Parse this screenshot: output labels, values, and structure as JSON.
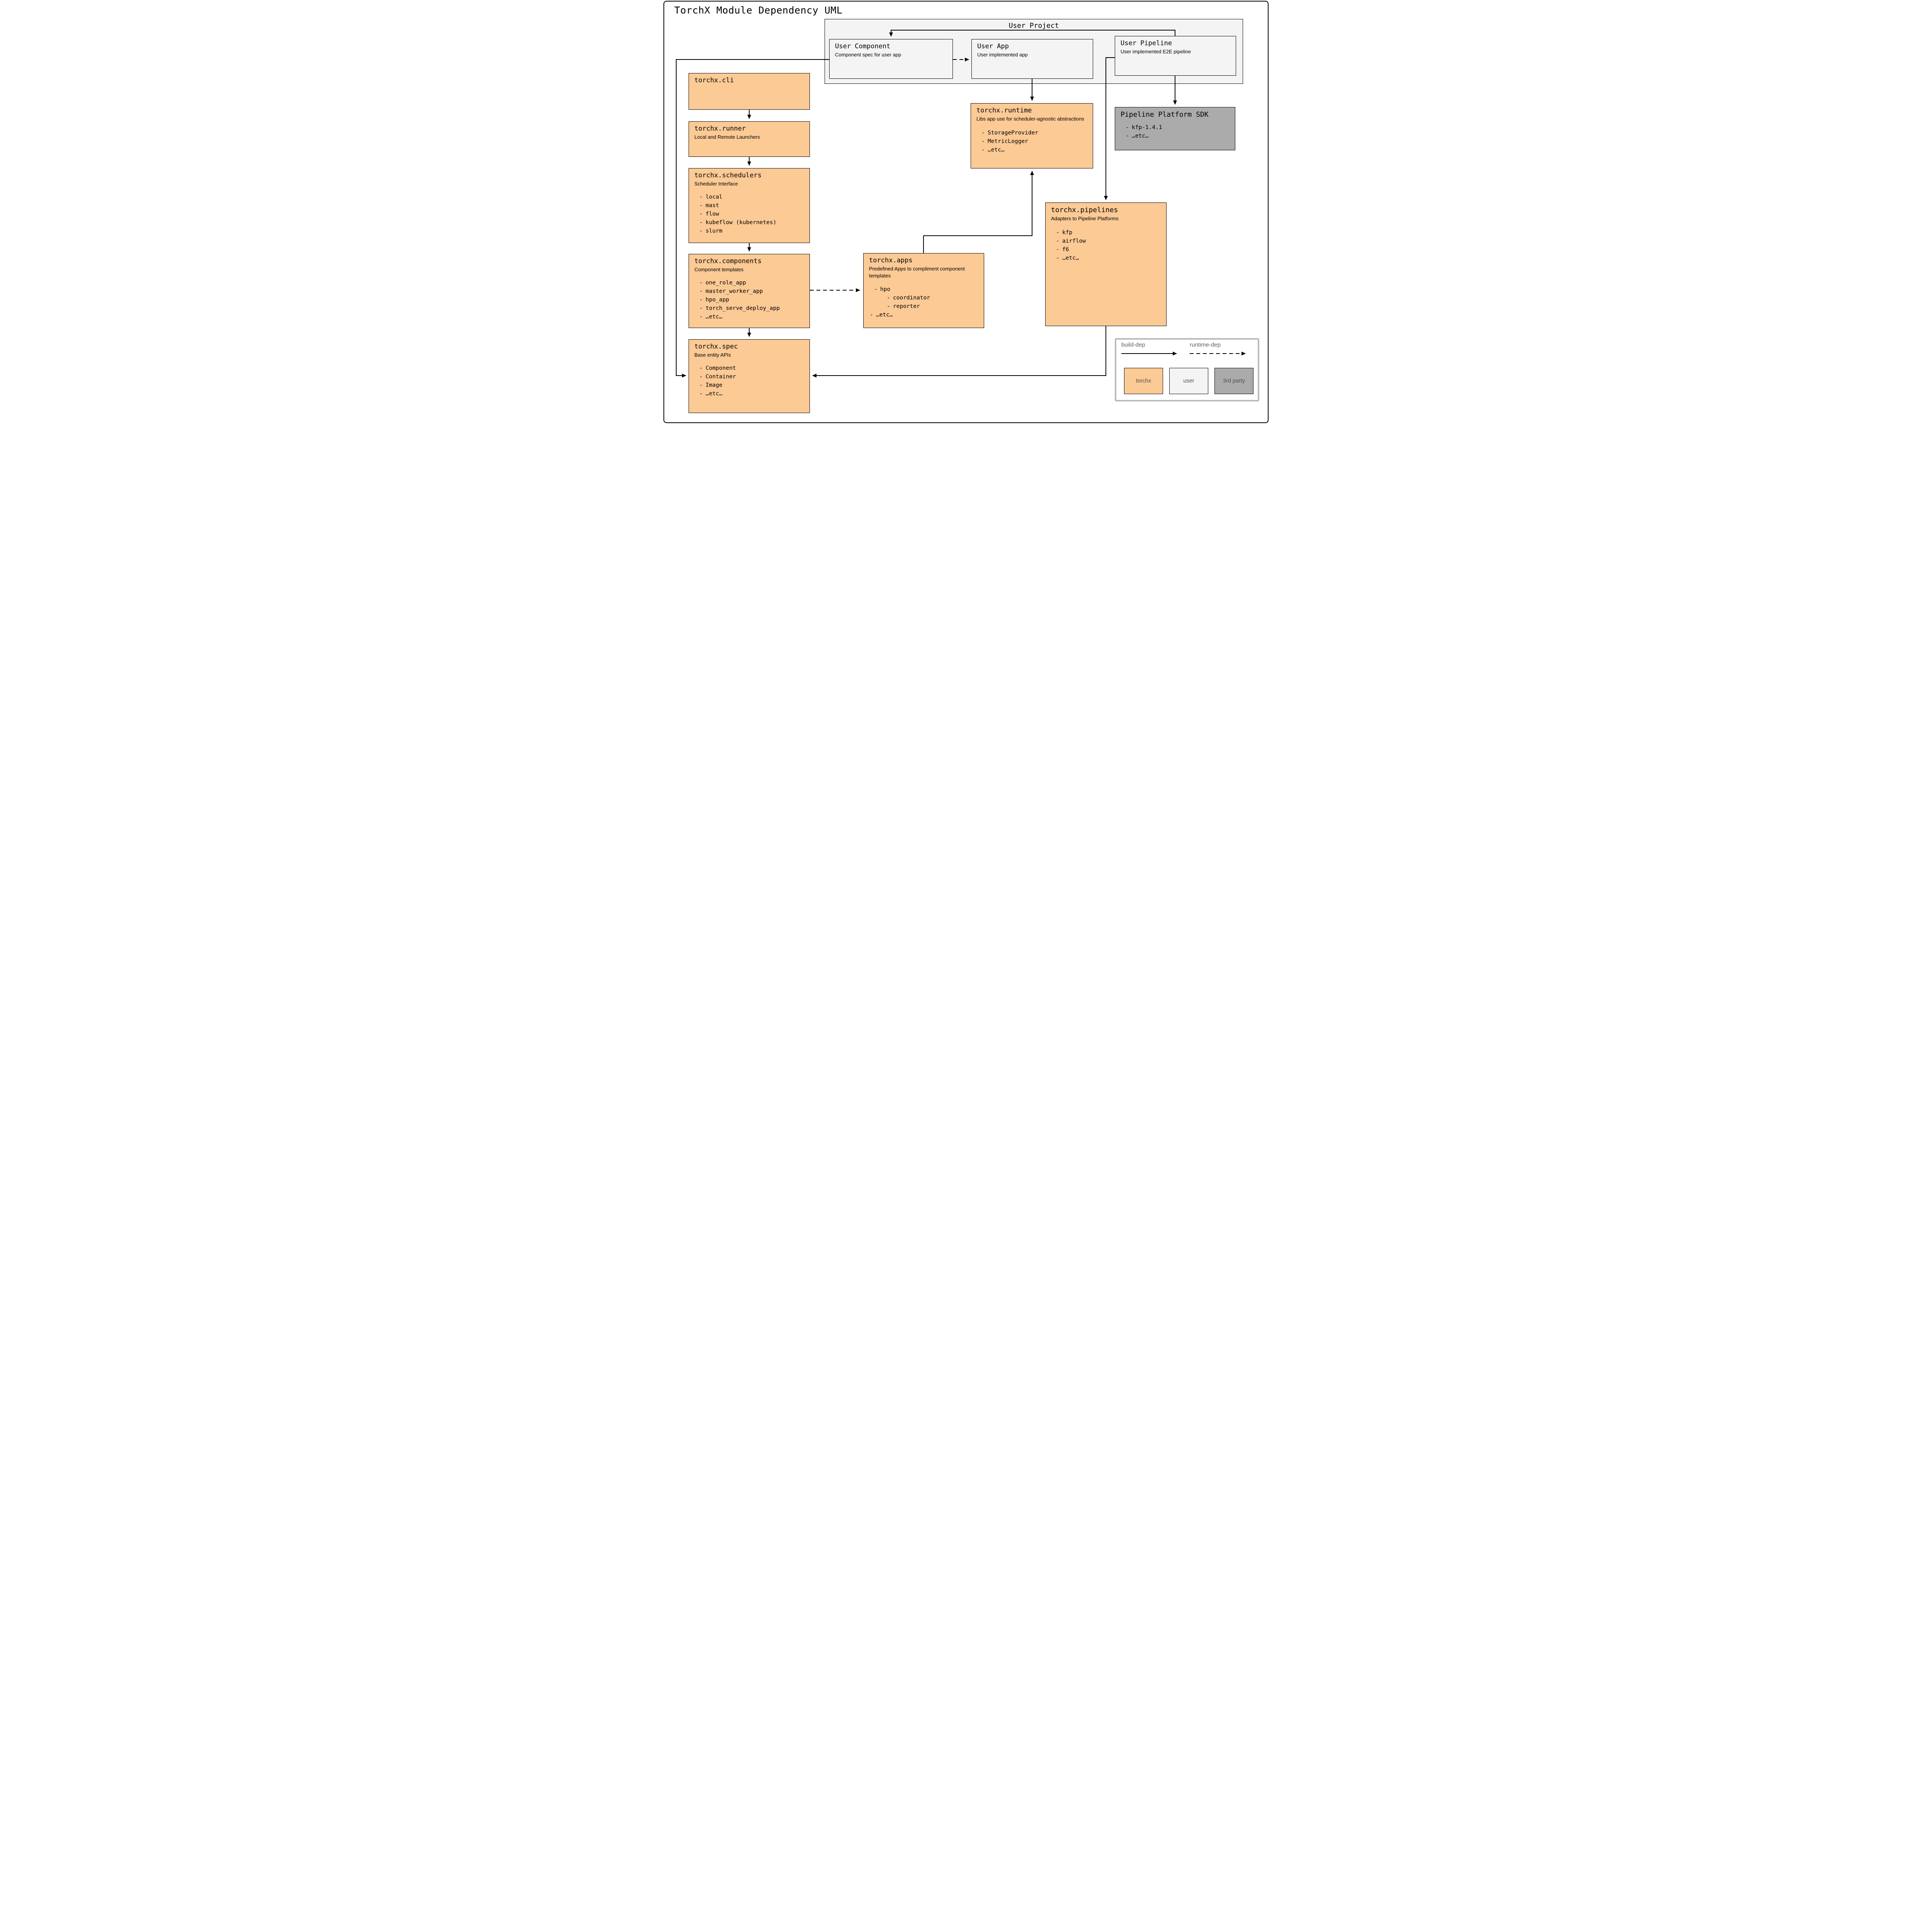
{
  "title": "TorchX Module Dependency UML",
  "colors": {
    "torchx": "#fcca95",
    "user": "#f4f4f4",
    "third_party": "#ababab",
    "legend_border": "#b7bcbe"
  },
  "user_project": {
    "label": "User Project"
  },
  "boxes": {
    "user_component": {
      "title": "User Component",
      "subtitle": "Component spec for user app"
    },
    "user_app": {
      "title": "User App",
      "subtitle": "User implemented app"
    },
    "user_pipeline": {
      "title": "User Pipeline",
      "subtitle": "User implemented E2E pipeline"
    },
    "cli": {
      "title": "torchx.cli"
    },
    "runner": {
      "title": "torchx.runner",
      "subtitle": "Local and Remote Launchers"
    },
    "schedulers": {
      "title": "torchx.schedulers",
      "subtitle": "Scheduler Interface",
      "items": [
        {
          "text": "local",
          "indent": 1
        },
        {
          "text": "mast",
          "indent": 1
        },
        {
          "text": "flow",
          "indent": 1
        },
        {
          "text": "kubeflow (kubernetes)",
          "indent": 1
        },
        {
          "text": "slurm",
          "indent": 1
        }
      ]
    },
    "components": {
      "title": "torchx.components",
      "subtitle": "Component templates",
      "items": [
        {
          "text": "one_role_app",
          "indent": 1
        },
        {
          "text": "master_worker_app",
          "indent": 1
        },
        {
          "text": "hpo_app",
          "indent": 1
        },
        {
          "text": "torch_serve_deploy_app",
          "indent": 1
        },
        {
          "text": "…etc…",
          "indent": 1
        }
      ]
    },
    "spec": {
      "title": "torchx.spec",
      "subtitle": "Base entity APIs",
      "items": [
        {
          "text": "Component",
          "indent": 1
        },
        {
          "text": "Container",
          "indent": 1
        },
        {
          "text": "Image",
          "indent": 1
        },
        {
          "text": "…etc…",
          "indent": 1
        }
      ]
    },
    "runtime": {
      "title": "torchx.runtime",
      "subtitle": "Libs app use for scheduler-agnostic abstractions",
      "items": [
        {
          "text": "StorageProvider",
          "indent": 1
        },
        {
          "text": "MetricLogger",
          "indent": 1
        },
        {
          "text": "…etc…",
          "indent": 1
        }
      ]
    },
    "apps": {
      "title": "torchx.apps",
      "subtitle": "Predefined Apps to compliment component templates",
      "items": [
        {
          "text": "hpo",
          "indent": 1
        },
        {
          "text": "coordinator",
          "indent": 2
        },
        {
          "text": "reporter",
          "indent": 2
        },
        {
          "text": "…etc…",
          "indent": 0
        }
      ]
    },
    "pipelines": {
      "title": "torchx.pipelines",
      "subtitle": "Adapters to Pipeline Platforms",
      "items": [
        {
          "text": "kfp",
          "indent": 1
        },
        {
          "text": "airflow",
          "indent": 1
        },
        {
          "text": "f6",
          "indent": 1
        },
        {
          "text": "…etc…",
          "indent": 1
        }
      ]
    },
    "sdk": {
      "title": "Pipeline Platform SDK",
      "items": [
        {
          "text": "kfp-1.4.1",
          "indent": 1
        },
        {
          "text": "…etc…",
          "indent": 1
        }
      ]
    }
  },
  "legend": {
    "build_dep_label": "build-dep",
    "runtime_dep_label": "runtime-dep",
    "swatches": [
      {
        "label": "torchx"
      },
      {
        "label": "user"
      },
      {
        "label": "3rd party"
      }
    ]
  }
}
